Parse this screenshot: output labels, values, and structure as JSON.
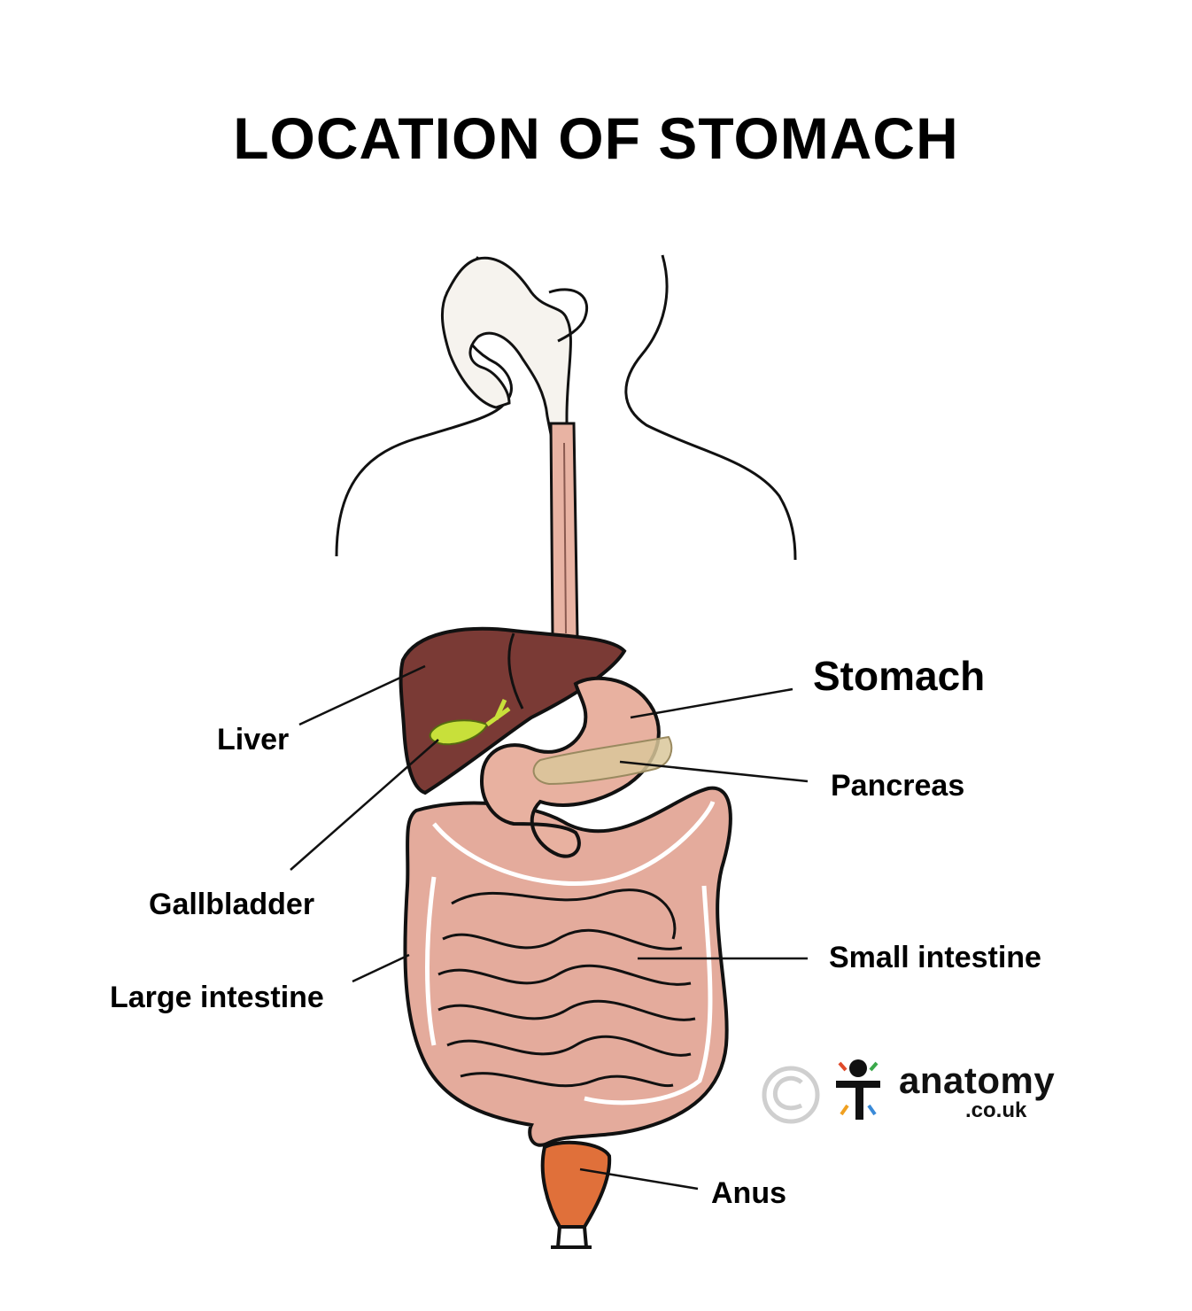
{
  "title": "LOCATION OF STOMACH",
  "labels": {
    "stomach": "Stomach",
    "pancreas": "Pancreas",
    "liver": "Liver",
    "gallbladder": "Gallbladder",
    "large_intestine": "Large intestine",
    "small_intestine": "Small intestine",
    "anus": "Anus"
  },
  "brand": {
    "name": "anatomy",
    "domain": ".co.uk"
  },
  "colors": {
    "liver": "#7a3a35",
    "gallbladder": "#c8e03a",
    "stomach": "#e8b1a0",
    "pancreas": "#d9c79a",
    "intestine": "#e4ab9c",
    "esophagus": "#e8b3a3",
    "anus": "#e0703a",
    "outline": "#111111"
  }
}
